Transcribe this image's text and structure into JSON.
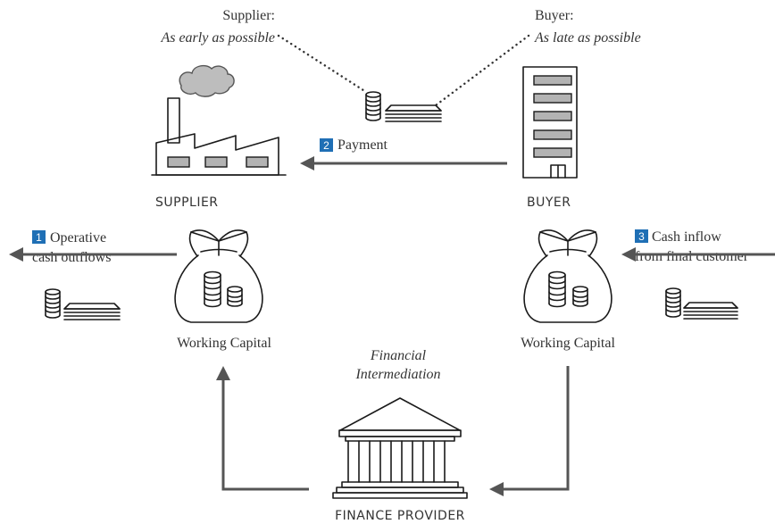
{
  "supplier_note": {
    "role": "Supplier:",
    "timing": "As early as possible"
  },
  "buyer_note": {
    "role": "Buyer:",
    "timing": "As late as possible"
  },
  "entities": {
    "supplier": "SUPPLIER",
    "buyer": "BUYER",
    "finance_provider": "FINANCE PROVIDER"
  },
  "working_capital_left": "Working Capital",
  "working_capital_right": "Working Capital",
  "intermediation": {
    "line1": "Financial",
    "line2": "Intermediation"
  },
  "flows": [
    {
      "number": "1",
      "line1": "Operative",
      "line2": "cash outflows"
    },
    {
      "number": "2",
      "line1": "Payment"
    },
    {
      "number": "3",
      "line1": "Cash inflow",
      "line2": "from final customer"
    }
  ],
  "colors": {
    "badge": "#1f6fb5",
    "arrow": "#555555",
    "cloud": "#bdbdbd",
    "window": "#b3b3b3",
    "outline": "#1a1a1a"
  },
  "icons": [
    "cloud-icon",
    "factory-icon",
    "building-icon",
    "money-bag-icon",
    "coin-stack-icon",
    "banknote-stack-icon",
    "bank-icon"
  ]
}
